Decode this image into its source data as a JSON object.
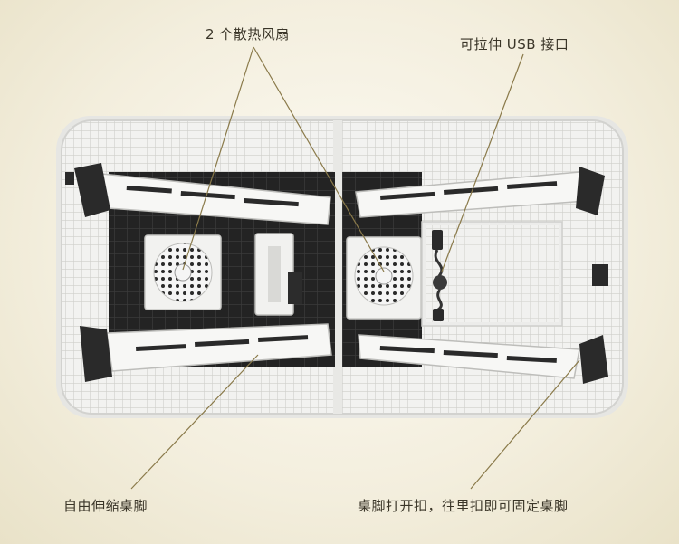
{
  "callouts": {
    "fans": "2 个散热风扇",
    "usb": "可拉伸 USB 接口",
    "legs": "自由伸缩桌脚",
    "lock": "桌脚打开扣，往里扣即可固定桌脚"
  },
  "colors": {
    "background": "#f3eedd",
    "table_body": "#f4f4f2",
    "panel_dark": "#1e1e1e",
    "leader_line": "#8a7a4a",
    "text": "#3a3528"
  },
  "icons": [
    "fan-icon",
    "usb-plug-icon",
    "leg-hinge-icon"
  ]
}
